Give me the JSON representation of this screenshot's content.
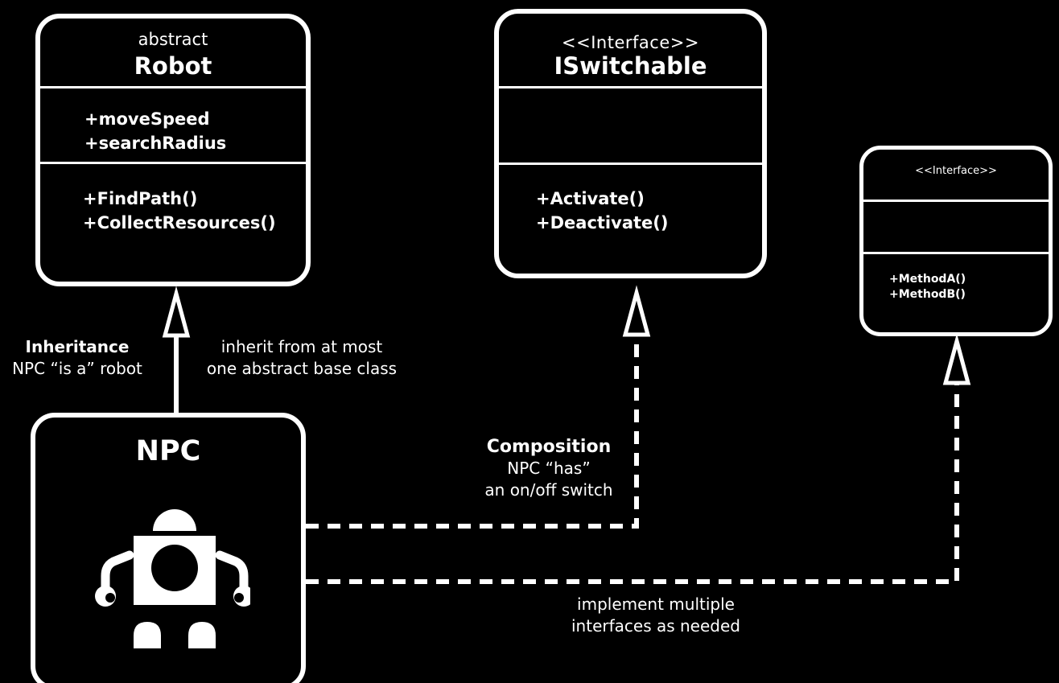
{
  "classes": {
    "robot": {
      "stereotype": "abstract",
      "name": "Robot",
      "attributes": [
        "+moveSpeed",
        "+searchRadius"
      ],
      "operations": [
        "+FindPath()",
        "+CollectResources()"
      ]
    },
    "iswitchable": {
      "stereotype": "<<Interface>>",
      "name": "ISwitchable",
      "operations": [
        "+Activate()",
        "+Deactivate()"
      ]
    },
    "generic_interface": {
      "stereotype": "<<Interface>>",
      "operations": [
        "+MethodA()",
        "+MethodB()"
      ]
    },
    "npc": {
      "name": "NPC",
      "icon": "robot-icon"
    }
  },
  "notes": {
    "inheritance_title": "Inheritance",
    "inheritance_text": "NPC “is a” robot",
    "inheritance_rule_1": "inherit from at most",
    "inheritance_rule_2": "one abstract base class",
    "composition_title": "Composition",
    "composition_text_1": "NPC “has”",
    "composition_text_2": "an on/off switch",
    "multi_1": "implement multiple",
    "multi_2": "interfaces as needed"
  },
  "relations": [
    {
      "from": "NPC",
      "to": "Robot",
      "kind": "inheritance"
    },
    {
      "from": "NPC",
      "to": "ISwitchable",
      "kind": "realization"
    },
    {
      "from": "NPC",
      "to": "<<Interface>>",
      "kind": "realization"
    }
  ],
  "colors": {
    "background": "#000000",
    "foreground": "#ffffff"
  }
}
